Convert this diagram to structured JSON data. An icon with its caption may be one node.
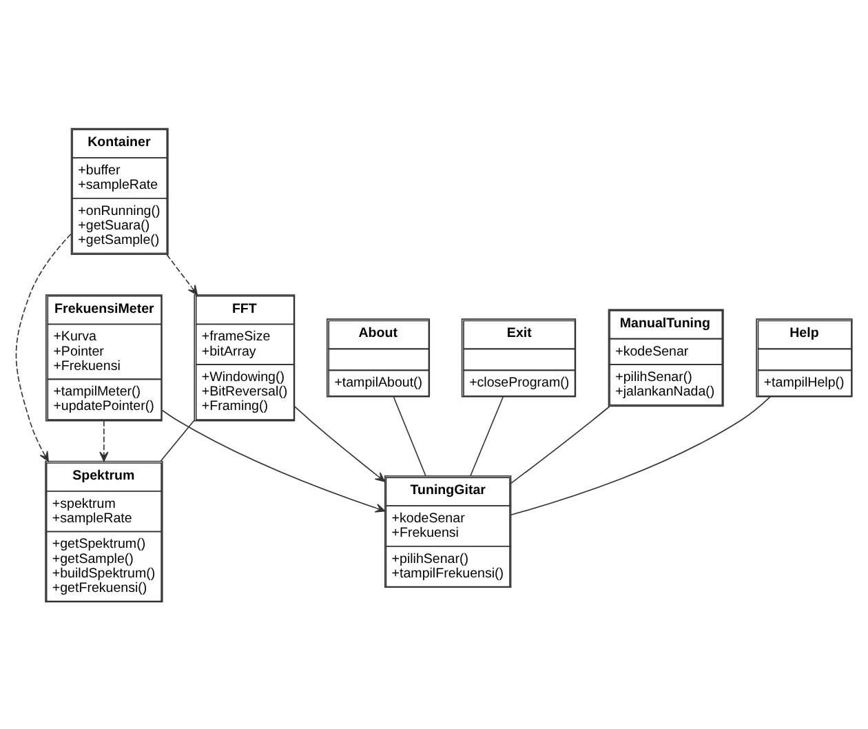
{
  "diagram": {
    "nodes": [
      {
        "text": [
          "FrekuensiMeter",
          "+Kurva +Pointer +Frekuensi",
          "+tampilMeter() +updatePointer()"
        ]
      },
      {
        "text": [
          "Help",
          "+tampilHelp()"
        ]
      },
      {
        "text": [
          "Spektrum",
          "+spektrum +sampleRate",
          "+getSpektrum() +getSample() +buildSpektrum() +getFrekuensi()"
        ]
      },
      {
        "text": [
          "About",
          "+tampilAbout()"
        ]
      },
      {
        "text": [
          "TuningGitar",
          "+kodeSenar +Frekuensi",
          "+pilihSenar() +tampilFrekuensi()"
        ]
      },
      {
        "text": [
          "Exit",
          "+closeProgram()"
        ]
      },
      {
        "text": [
          "ManualTuning",
          "+kodeSenar",
          "+pilihSenar() +jalankanNada()"
        ]
      },
      {
        "text": [
          "FFT",
          "+frameSize +bitArray",
          "+Windowing() +BitReversal() +Framing()"
        ]
      },
      {
        "text": [
          "Kontainer",
          "+buffer +sampleRate",
          "+onRunning() +getSuara() +getSample()"
        ]
      }
    ],
    "edges": [
      {
        "from": 0,
        "to": 4,
        "arrow": "to"
      },
      {
        "from": 0,
        "to": 2,
        "arrow": "to",
        "style": "dashed"
      },
      {
        "from": 1,
        "to": 4,
        "arrow": "none"
      },
      {
        "from": 3,
        "to": 4,
        "arrow": "none"
      },
      {
        "from": 5,
        "to": 4,
        "arrow": "none"
      },
      {
        "from": 6,
        "to": 4,
        "arrow": "none"
      },
      {
        "from": 7,
        "to": 4,
        "arrow": "to"
      },
      {
        "from": 7,
        "to": 2,
        "arrow": "none"
      },
      {
        "from": 8,
        "to": 2,
        "arrow": "to",
        "style": "dashed"
      },
      {
        "from": 8,
        "to": 7,
        "arrow": "to",
        "style": "dashed"
      }
    ]
  }
}
